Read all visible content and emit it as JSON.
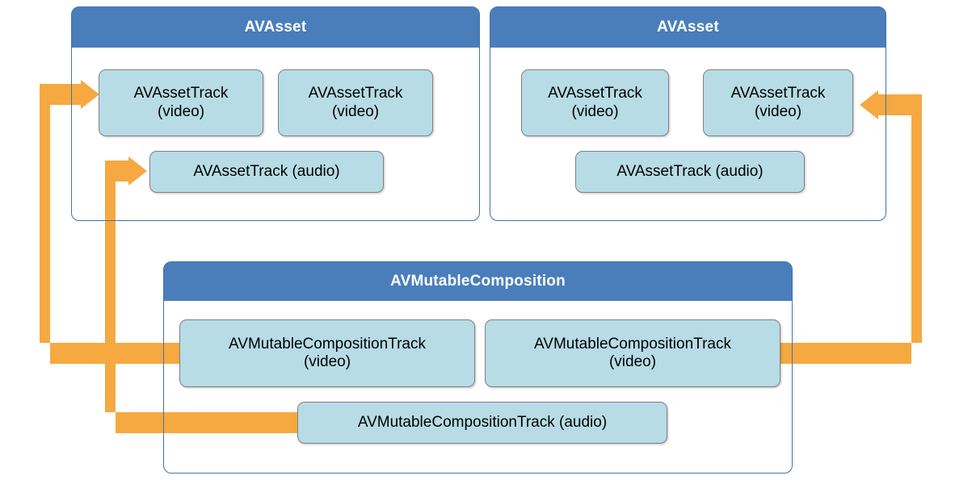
{
  "diagram": {
    "title_source": "AVFoundation composition structure",
    "colors": {
      "header_blue": "#4A7EBB",
      "container_border_blue": "#4472A8",
      "track_fill": "#B7DCE6",
      "track_border": "#808080",
      "arrow_orange": "#F5A940",
      "text_dark": "#000000",
      "header_text": "#FFFFFF",
      "background": "#FFFFFF"
    },
    "containers": [
      {
        "id": "asset-left",
        "header": "AVAsset",
        "tracks": [
          {
            "id": "asset-left-video-1",
            "label": "AVAssetTrack\n(video)"
          },
          {
            "id": "asset-left-video-2",
            "label": "AVAssetTrack\n(video)"
          },
          {
            "id": "asset-left-audio",
            "label": "AVAssetTrack (audio)"
          }
        ]
      },
      {
        "id": "asset-right",
        "header": "AVAsset",
        "tracks": [
          {
            "id": "asset-right-video-1",
            "label": "AVAssetTrack\n(video)"
          },
          {
            "id": "asset-right-video-2",
            "label": "AVAssetTrack\n(video)"
          },
          {
            "id": "asset-right-audio",
            "label": "AVAssetTrack (audio)"
          }
        ]
      },
      {
        "id": "composition",
        "header": "AVMutableComposition",
        "tracks": [
          {
            "id": "composition-video-1",
            "label": "AVMutableCompositionTrack\n(video)"
          },
          {
            "id": "composition-video-2",
            "label": "AVMutableCompositionTrack\n(video)"
          },
          {
            "id": "composition-audio",
            "label": "AVMutableCompositionTrack (audio)"
          }
        ]
      }
    ],
    "connectors": [
      {
        "id": "connector-left-video",
        "from": "composition-video-1",
        "to": "asset-left-video-1",
        "direction": "left-up-right",
        "arrowhead": "right"
      },
      {
        "id": "connector-left-audio",
        "from": "composition-audio",
        "to": "asset-left-audio",
        "direction": "left-up-right",
        "arrowhead": "right"
      },
      {
        "id": "connector-right-video",
        "from": "composition-video-2",
        "to": "asset-right-video-2",
        "direction": "right-up-left",
        "arrowhead": "left"
      }
    ]
  }
}
